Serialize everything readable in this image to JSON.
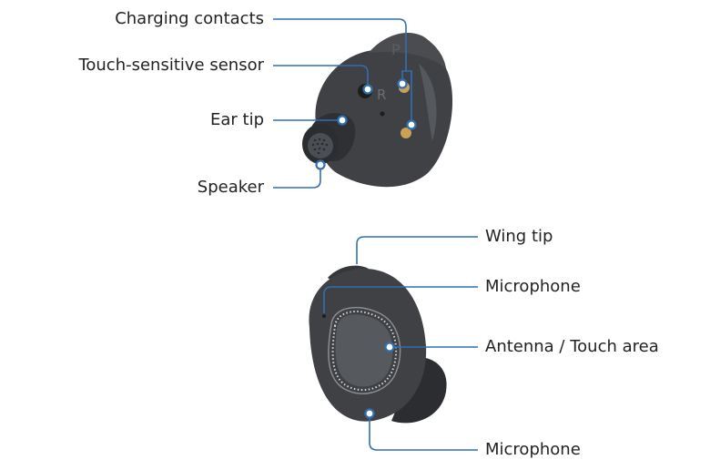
{
  "colors": {
    "leader_line": "#2f6fb3",
    "earbud_body": "#3f4144",
    "earbud_dark": "#2b2d30",
    "earbud_highlight": "#6a6d71",
    "contact_gold": "#c9a25a"
  },
  "labels": {
    "charging_contacts": "Charging contacts",
    "touch_sensitive_sensor": "Touch-sensitive sensor",
    "ear_tip": "Ear tip",
    "speaker": "Speaker",
    "wing_tip": "Wing tip",
    "microphone_top": "Microphone",
    "antenna_touch_area": "Antenna / Touch area",
    "microphone_bottom": "Microphone"
  },
  "markings": {
    "side_letter": "R",
    "p_letter": "P"
  }
}
